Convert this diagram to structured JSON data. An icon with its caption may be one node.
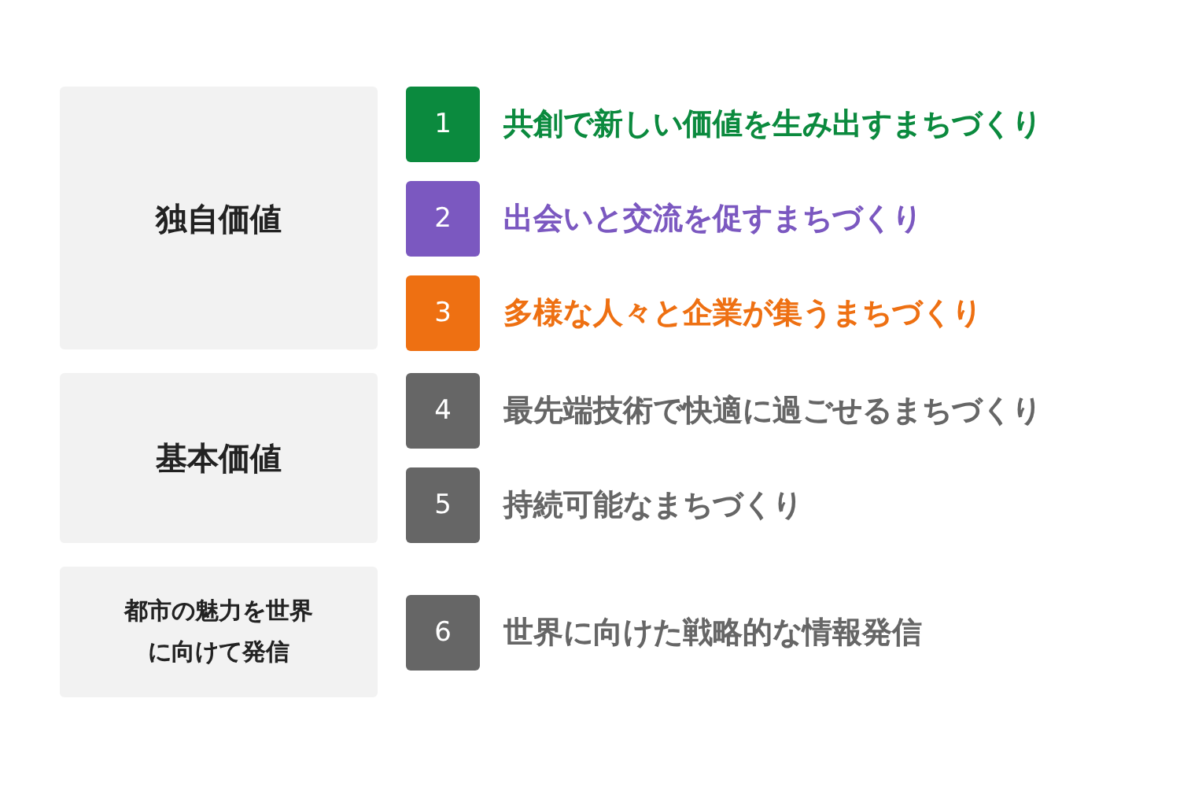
{
  "diagram": {
    "nodes": [
      {
        "text": [
          "独自価値"
        ]
      },
      {
        "text": [
          "1"
        ],
        "beside": [
          "共創で新しい価値を生み出すまちづくり"
        ]
      },
      {
        "text": [
          "2"
        ],
        "beside": [
          "出会いと交流を促すまちづくり"
        ]
      },
      {
        "text": [
          "3"
        ],
        "beside": [
          "多様な人々と企業が集うまちづくり"
        ]
      },
      {
        "text": [
          "基本価値"
        ]
      },
      {
        "text": [
          "4"
        ],
        "beside": [
          "最先端技術で快適に過ごせるまちづくり"
        ]
      },
      {
        "text": [
          "5"
        ],
        "beside": [
          "持続可能なまちづくり"
        ]
      },
      {
        "text": [
          "都市の魅力を世界に向けて発信"
        ]
      },
      {
        "text": [
          "6"
        ],
        "beside": [
          "世界に向けた戦略的な情報発信"
        ]
      }
    ]
  }
}
